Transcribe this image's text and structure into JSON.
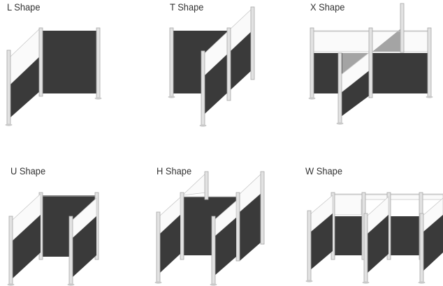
{
  "configurations": [
    {
      "label": "L Shape"
    },
    {
      "label": "T Shape"
    },
    {
      "label": "X Shape"
    },
    {
      "label": "U Shape"
    },
    {
      "label": "H Shape"
    },
    {
      "label": "W Shape"
    }
  ],
  "colors": {
    "panel_fabric": "#3a3a3a",
    "panel_frosted": "#fafafa",
    "frame_aluminum": "#e2e2e2",
    "frame_outline": "#a8a8a8",
    "panel_tinted": "#a4a4a4"
  }
}
